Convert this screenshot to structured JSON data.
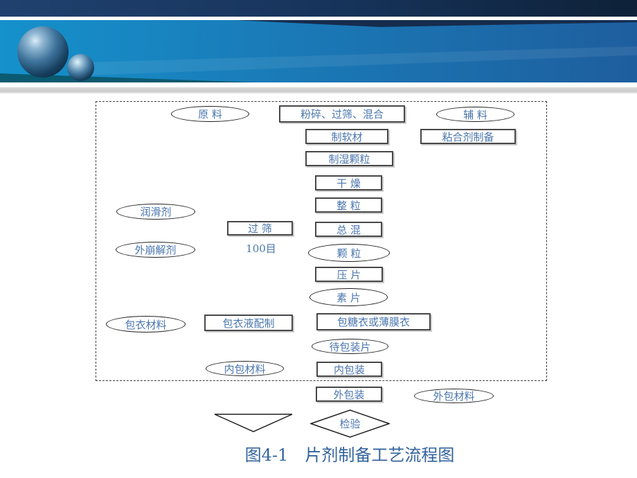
{
  "slide": {
    "caption": "图4-1　片剂制备工艺流程图"
  },
  "flowchart": {
    "nodes": {
      "raw_material": "原 料",
      "crush_sieve_mix": "粉碎、过筛、混合",
      "excipients": "辅 料",
      "make_soft_mass": "制软材",
      "binder_prep": "粘合剂制备",
      "wet_granulation": "制湿颗粒",
      "drying": "干 燥",
      "sizing": "整 粒",
      "lubricant": "润滑剂",
      "sieving": "过 筛",
      "mesh_note": "100目",
      "final_blend": "总 混",
      "ext_disintegrant": "外崩解剂",
      "granules": "颗 粒",
      "compression": "压 片",
      "plain_tablet": "素 片",
      "coating_material": "包衣材料",
      "coating_solution": "包衣液配制",
      "sugar_or_film_coat": "包糖衣或薄膜衣",
      "tablets_to_pack": "待包装片",
      "inner_pack_material": "内包材料",
      "inner_packaging": "内包装",
      "outer_packaging": "外包装",
      "outer_pack_material": "外包材料",
      "inspection": "检验"
    }
  },
  "colors": {
    "top_bar_navy": "#1c3a64",
    "band_blue_left": "#1591cb",
    "band_blue_right": "#1e5e9e",
    "teal_wedge": "#0a5a70",
    "node_text": "#4a76ad",
    "caption_text": "#33639c",
    "shape_border": "#333333"
  }
}
